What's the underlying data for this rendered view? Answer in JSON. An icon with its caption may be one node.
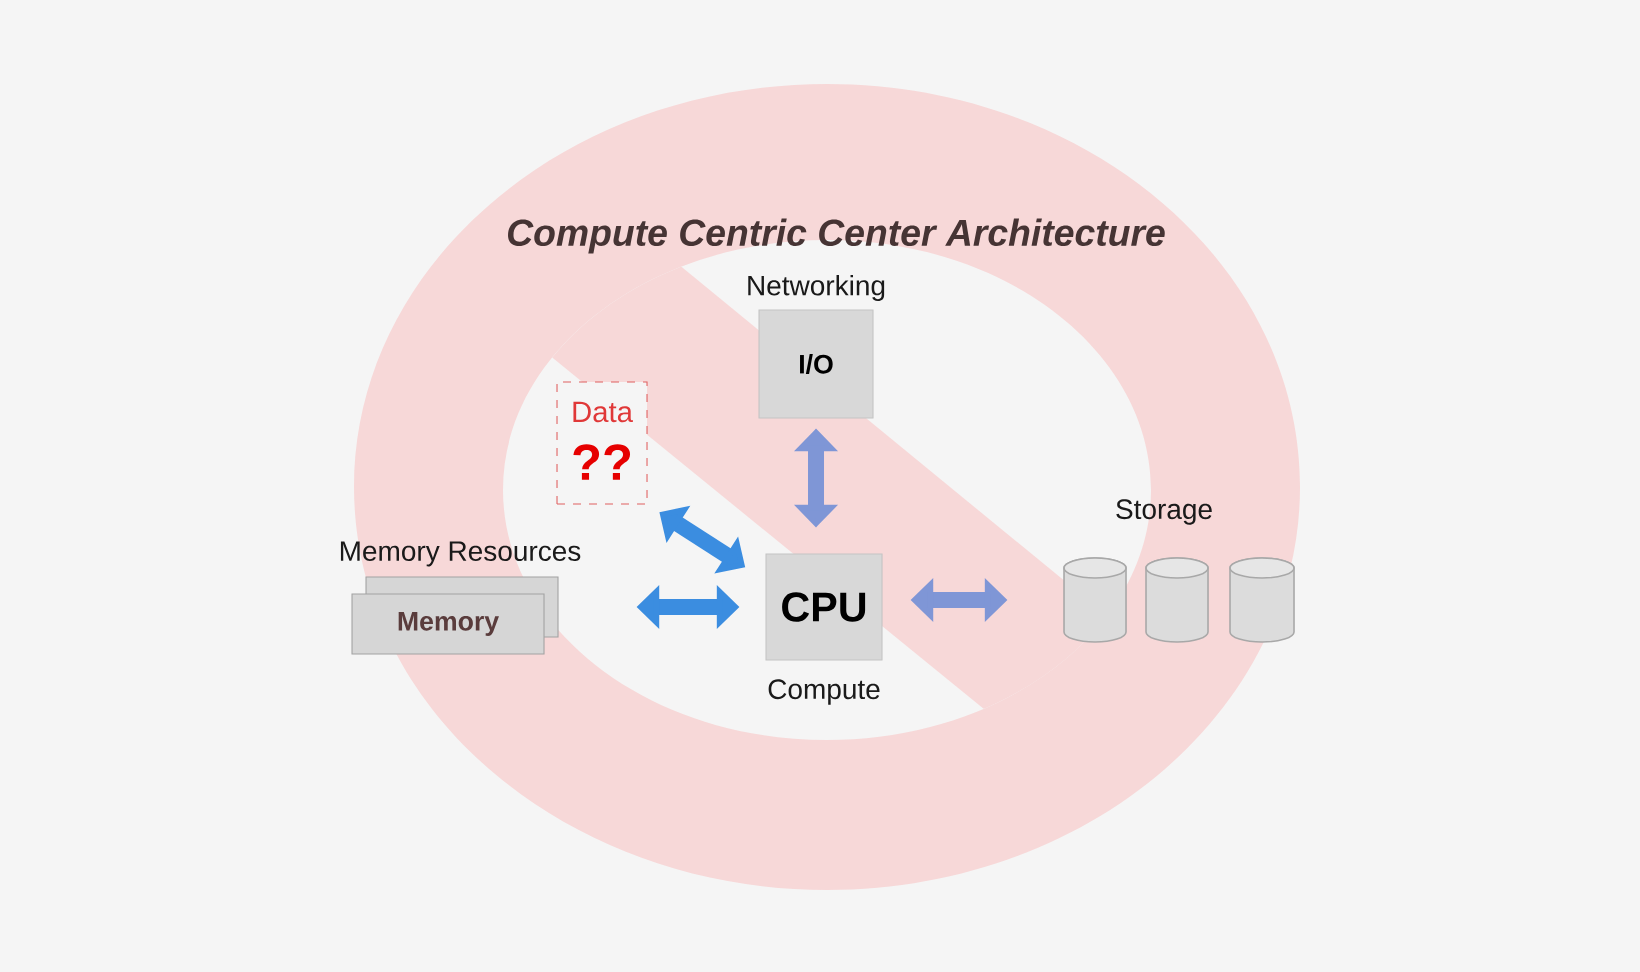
{
  "diagram": {
    "title": "Compute Centric Center Architecture",
    "nodes": [
      {
        "text": [
          "I/O"
        ],
        "beside": [
          "Networking"
        ]
      },
      {
        "text": [
          "Data",
          "??"
        ]
      },
      {
        "text": [
          "Memory"
        ],
        "beside": [
          "Memory Resources"
        ]
      },
      {
        "text": [
          "CPU"
        ],
        "beside": [
          "Compute"
        ]
      },
      {
        "text": [],
        "shape": "cylinder"
      },
      {
        "text": [],
        "shape": "cylinder"
      },
      {
        "text": [],
        "shape": "cylinder"
      }
    ],
    "edges": [
      {
        "from": 0,
        "to": 3,
        "arrow": "both",
        "color": "#7f96d6"
      },
      {
        "from": 1,
        "to": 3,
        "arrow": "both"
      },
      {
        "from": 2,
        "to": 3,
        "arrow": "both"
      },
      {
        "from": 3,
        "to": 4,
        "arrow": "both",
        "color": "#7f96d6"
      }
    ],
    "labels": [
      "Storage"
    ]
  }
}
